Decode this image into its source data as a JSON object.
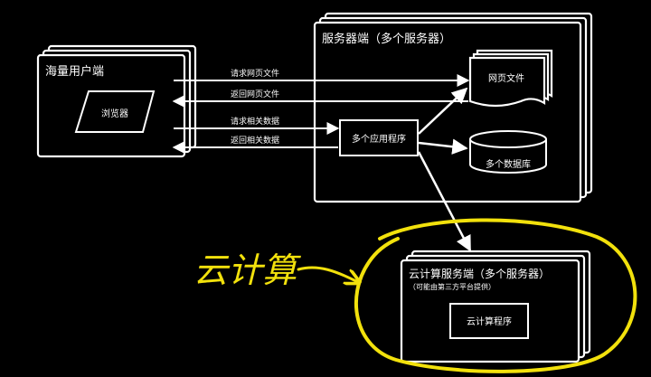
{
  "client": {
    "title": "海量用户端",
    "browser": "浏览器"
  },
  "server": {
    "title": "服务器端（多个服务器）",
    "web_files": "网页文件",
    "app": "多个应用程序",
    "db": "多个数据库"
  },
  "cloud": {
    "title": "云计算服务端（多个服务器）",
    "subtitle": "（可能由第三方平台提供）",
    "app": "云计算程序"
  },
  "arrows": {
    "req_page": "请求网页文件",
    "ret_page": "返回网页文件",
    "req_data": "请求相关数据",
    "ret_data": "返回相关数据"
  },
  "annotation": {
    "text": "云计算",
    "color": "#f2e10c"
  }
}
